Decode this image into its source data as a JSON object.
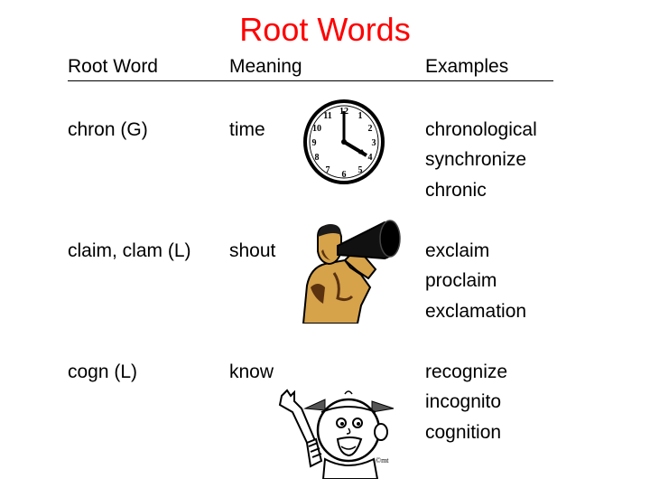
{
  "title": "Root Words",
  "headers": {
    "root": "Root Word",
    "meaning": "Meaning",
    "examples": "Examples"
  },
  "rows": [
    {
      "root": "chron (G)",
      "meaning": "time",
      "examples": [
        "chronological",
        "synchronize",
        "chronic"
      ],
      "image": "clock-icon"
    },
    {
      "root": "claim, clam (L)",
      "meaning": "shout",
      "examples": [
        "exclaim",
        "proclaim",
        "exclamation"
      ],
      "image": "megaphone-man-icon"
    },
    {
      "root": "cogn (L)",
      "meaning": "know",
      "examples": [
        "recognize",
        "incognito",
        "cognition"
      ],
      "image": "kid-waving-icon"
    }
  ],
  "clock_numbers": [
    "12",
    "1",
    "2",
    "3",
    "4",
    "5",
    "6",
    "7",
    "8",
    "9",
    "10",
    "11"
  ],
  "drawing_signature": "©mt",
  "colors": {
    "title": "#ff0000",
    "text": "#000000"
  }
}
